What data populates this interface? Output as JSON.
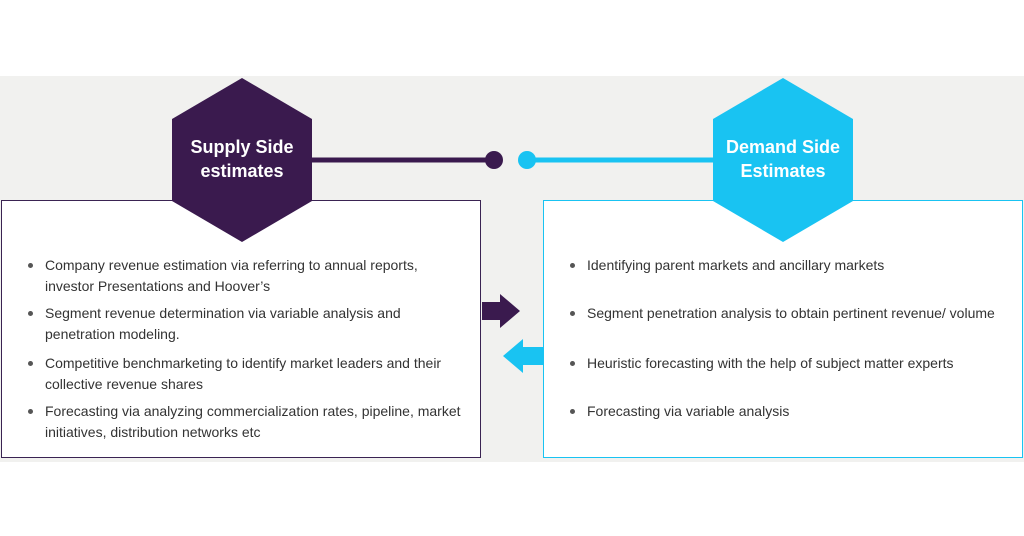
{
  "supply": {
    "title_line1": "Supply Side",
    "title_line2": "estimates",
    "bullets": [
      "Company revenue estimation via referring to annual reports, investor Presentations and Hoover’s",
      "Segment revenue determination via variable analysis and penetration modeling.",
      "Competitive benchmarketing to identify market leaders and their collective revenue shares",
      "Forecasting via analyzing commercialization rates, pipeline, market initiatives, distribution networks etc"
    ]
  },
  "demand": {
    "title_line1": "Demand Side",
    "title_line2": "Estimates",
    "bullets": [
      "Identifying parent markets and ancillary markets",
      "Segment penetration analysis to obtain pertinent revenue/ volume",
      "Heuristic forecasting with the help of subject matter experts",
      "Forecasting via variable analysis"
    ]
  },
  "colors": {
    "supply": "#3a1a4e",
    "demand": "#19c3f2",
    "band": "#f1f1ef"
  }
}
